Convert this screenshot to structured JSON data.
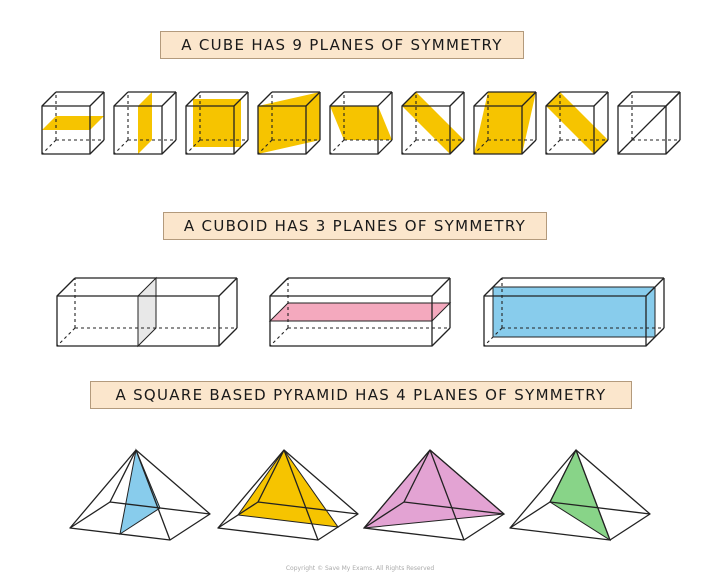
{
  "banners": {
    "cube": "A CUBE  HAS 9 PLANES OF SYMMETRY",
    "cuboid": "A CUBOID HAS 3 PLANES OF SYMMETRY",
    "pyramid": "A SQUARE BASED PYRAMID HAS 4 PLANES OF SYMMETRY"
  },
  "counts": {
    "cube_planes": 9,
    "cuboid_planes": 3,
    "pyramid_planes": 4
  },
  "colors": {
    "cube_plane": "#f6c400",
    "cuboid_plane_1": "#e8e8e8",
    "cuboid_plane_2": "#f4a9be",
    "cuboid_plane_3": "#88ccec",
    "pyramid_plane_1": "#88ccec",
    "pyramid_plane_2": "#f6c400",
    "pyramid_plane_3": "#e3a3d3",
    "pyramid_plane_4": "#88d488"
  },
  "footer": "Copyright © Save My Exams. All Rights Reserved"
}
